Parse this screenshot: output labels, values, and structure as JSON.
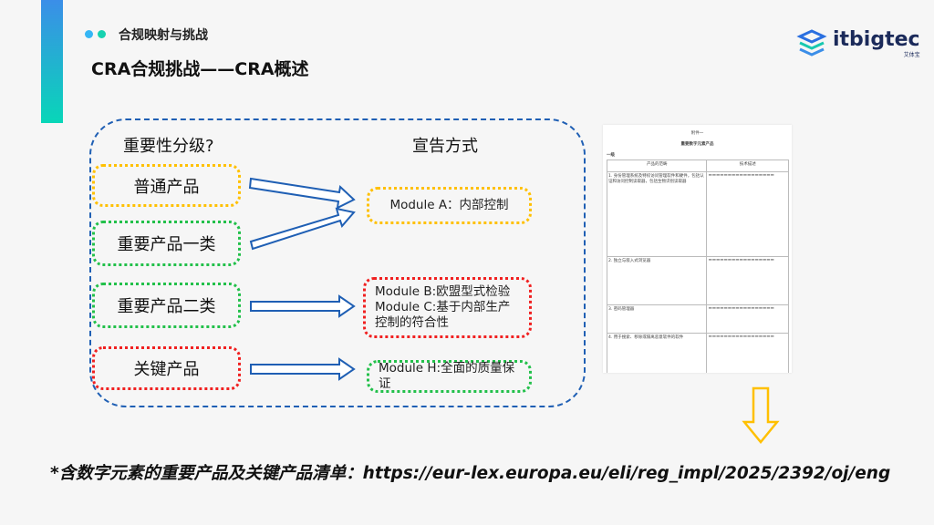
{
  "header": {
    "section": "合规映射与挑战",
    "title": "CRA合规挑战——CRA概述"
  },
  "logo": {
    "name": "itbigtec",
    "sub": "艾体宝"
  },
  "diagram": {
    "left_heading": "重要性分级?",
    "right_heading": "宣告方式",
    "categories": [
      "普通产品",
      "重要产品一类",
      "重要产品二类",
      "关键产品"
    ],
    "modules": {
      "a": "Module A：内部控制",
      "b": "Module B:欧盟型式检验",
      "c": "Module C:基于内部生产控制的符合性",
      "h": "Module H:全面的质量保证"
    }
  },
  "document": {
    "annex": "附件一",
    "title": "重要数字元素产品",
    "level": "一级",
    "col1": "产品的范畴",
    "col2": "技术描述",
    "rows": [
      "1. 身份管理系统及特权访问管理软件和硬件，包括认证和访问控制读取器，包括生物识别读取器",
      "2. 独立与嵌入式浏览器",
      "3. 密码管理器",
      "4. 用于搜索、移除或隔离恶意软件的软件"
    ]
  },
  "footer": {
    "note": "*含数字元素的重要产品及关键产品清单：https://eur-lex.europa.eu/eli/reg_impl/2025/2392/oj/eng"
  },
  "colors": {
    "accent_blue": "#1f5fb4",
    "yellow": "#ffc000",
    "green": "#22c04a",
    "red": "#f02020"
  }
}
